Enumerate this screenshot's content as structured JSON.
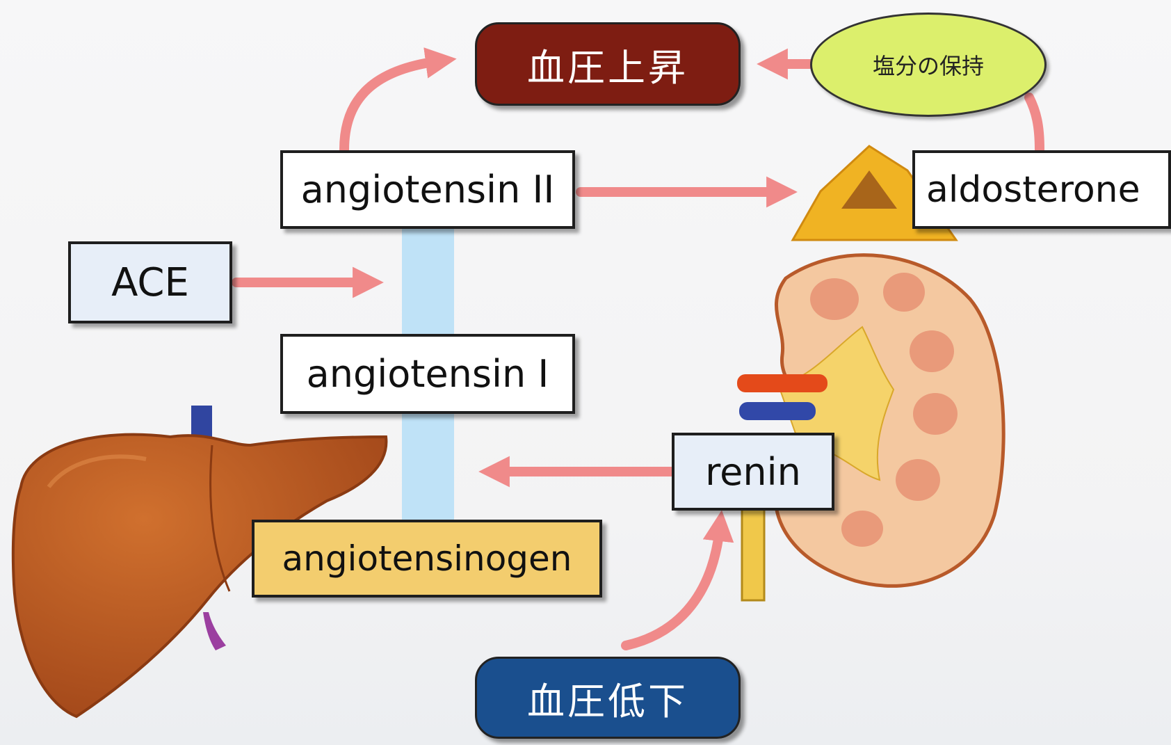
{
  "boxes": {
    "bp_rise": "血圧上昇",
    "bp_drop": "血圧低下",
    "salt_retention": "塩分の保持",
    "angiotensin_ii": "angiotensin II",
    "angiotensin_i": "angiotensin I",
    "angiotensinogen": "angiotensinogen",
    "ace": "ACE",
    "renin": "renin",
    "aldosterone": "aldosterone"
  },
  "colors": {
    "arrow": "#f08a8a",
    "bp_rise_fill": "#7e1d12",
    "bp_drop_fill": "#1a4f8e",
    "salt_fill": "#dcef6c",
    "angiotensinogen_fill": "#f3cd6e",
    "blood_stream": "#bfe2f7",
    "liver": "#b9561f",
    "kidney_cortex": "#f4c8a0",
    "adrenal_gland": "#f0b323",
    "artery": "#e44a1a",
    "vein": "#3148a8",
    "ureter": "#f0c84a"
  },
  "icons": {
    "liver": "liver-icon",
    "kidney": "kidney-icon",
    "adrenal": "adrenal-gland-icon"
  }
}
